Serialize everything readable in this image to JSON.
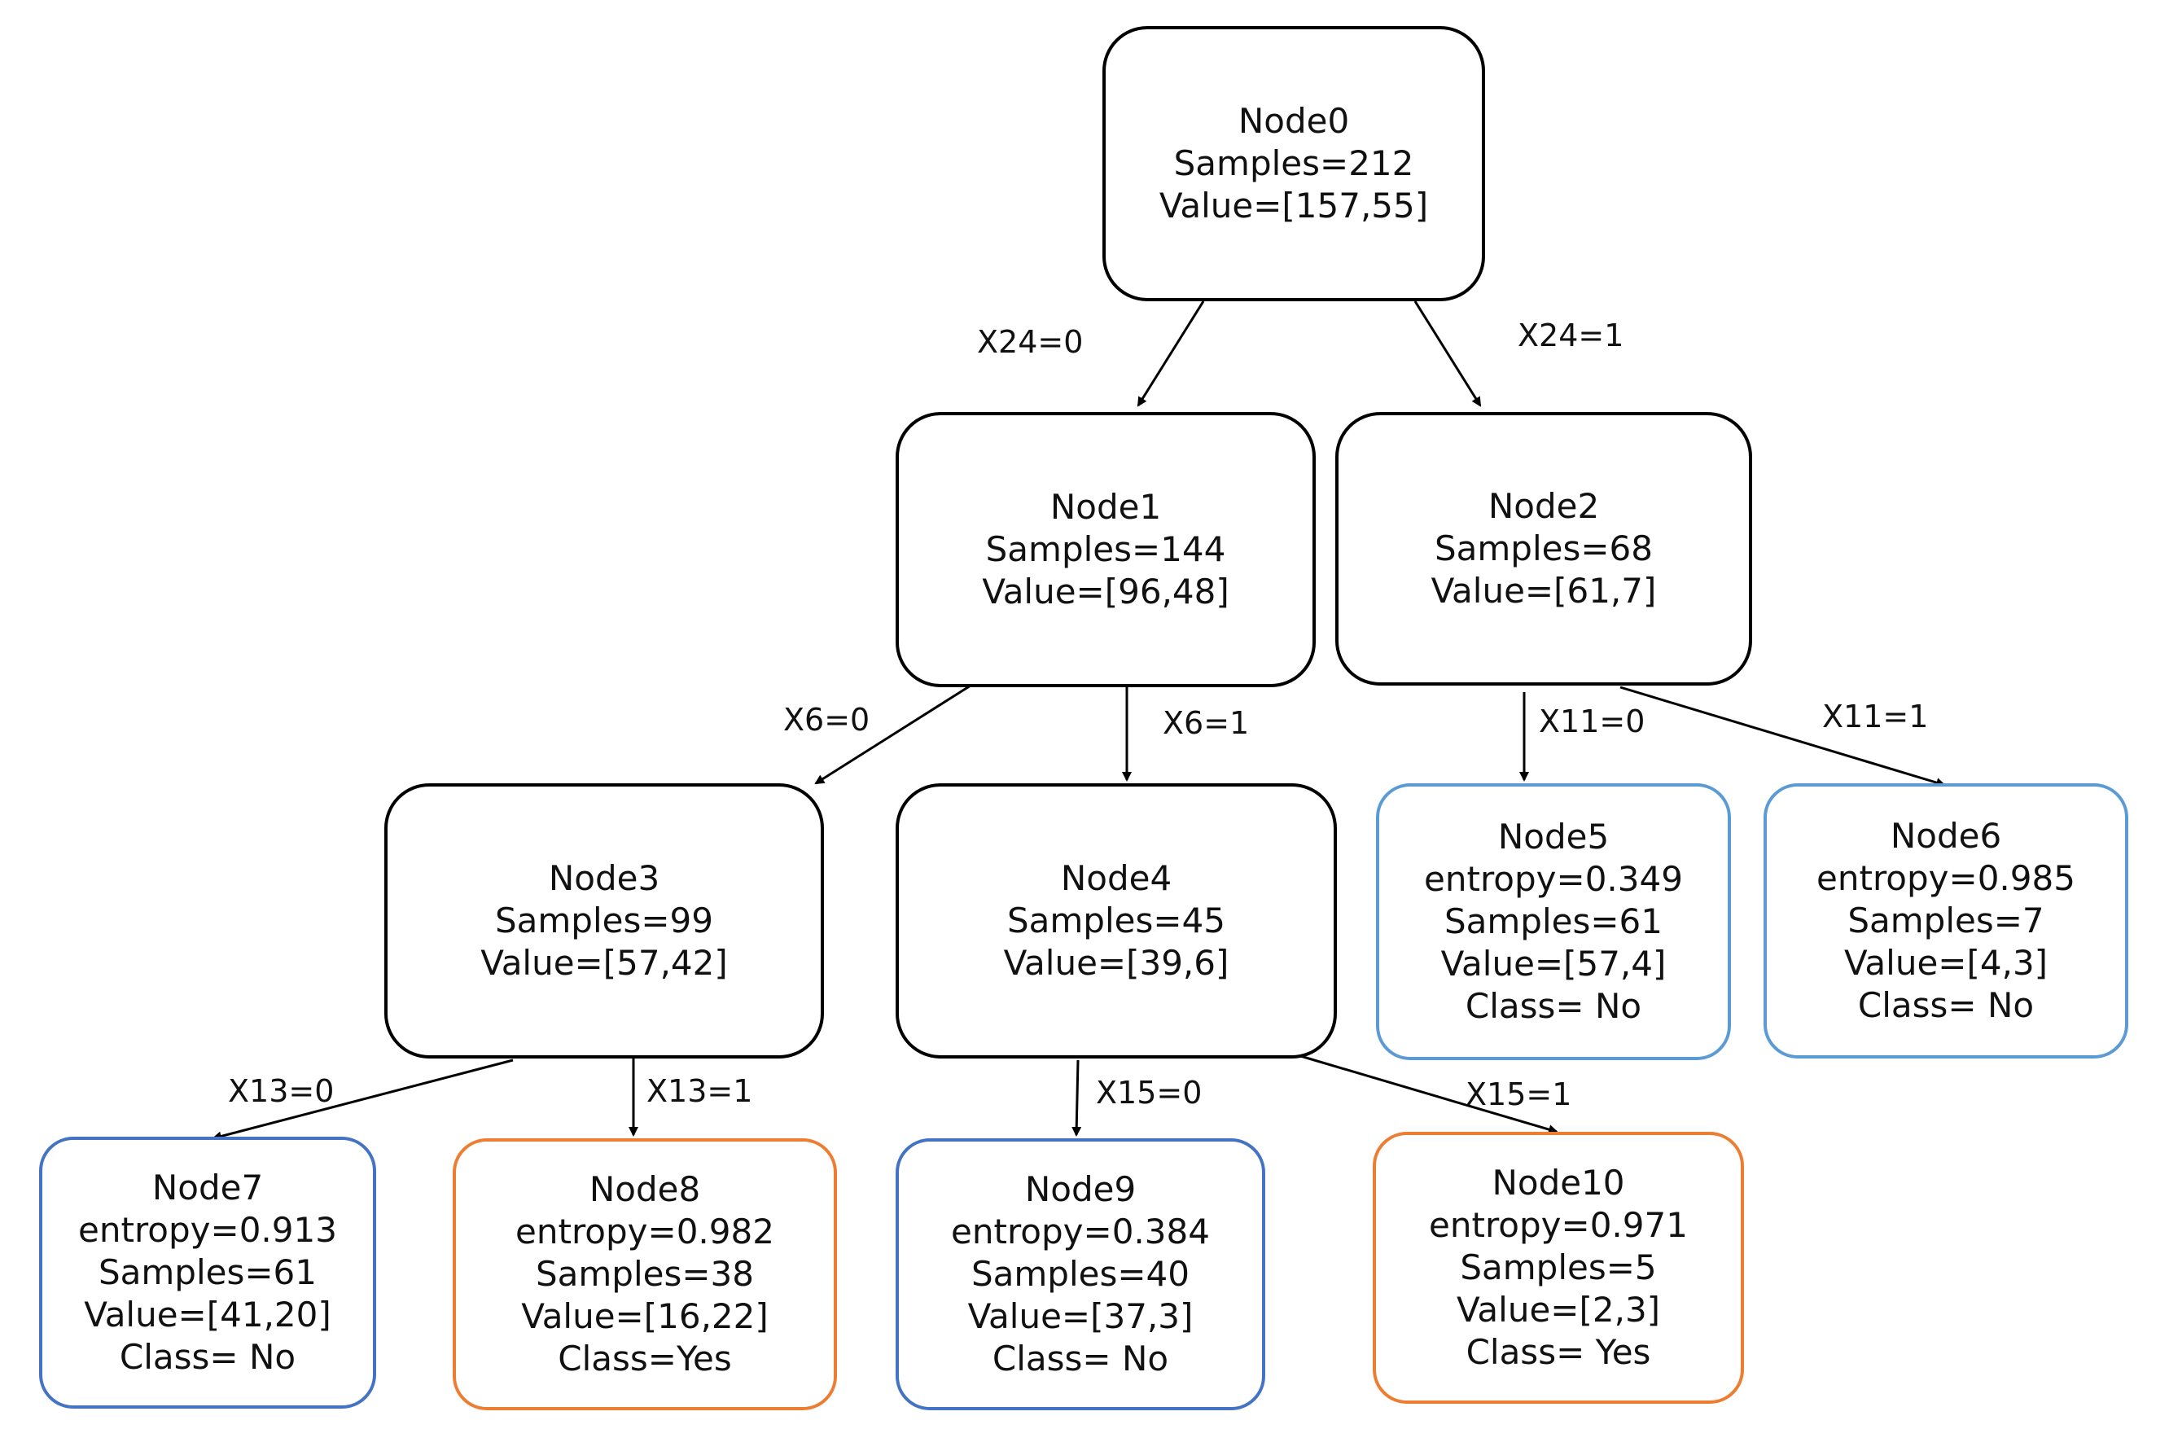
{
  "nodes": [
    {
      "id": "n0",
      "name": "Node0",
      "samples": "Samples=212",
      "value": "Value=[157,55]"
    },
    {
      "id": "n1",
      "name": "Node1",
      "samples": "Samples=144",
      "value": "Value=[96,48]"
    },
    {
      "id": "n2",
      "name": "Node2",
      "samples": "Samples=68",
      "value": "Value=[61,7]"
    },
    {
      "id": "n3",
      "name": "Node3",
      "samples": "Samples=99",
      "value": "Value=[57,42]"
    },
    {
      "id": "n4",
      "name": "Node4",
      "samples": "Samples=45",
      "value": "Value=[39,6]"
    },
    {
      "id": "n5",
      "name": "Node5",
      "entropy": "entropy=0.349",
      "samples": "Samples=61",
      "value": "Value=[57,4]",
      "class": "Class= No"
    },
    {
      "id": "n6",
      "name": "Node6",
      "entropy": "entropy=0.985",
      "samples": "Samples=7",
      "value": "Value=[4,3]",
      "class": "Class= No"
    },
    {
      "id": "n7",
      "name": "Node7",
      "entropy": "entropy=0.913",
      "samples": "Samples=61",
      "value": "Value=[41,20]",
      "class": "Class= No"
    },
    {
      "id": "n8",
      "name": "Node8",
      "entropy": "entropy=0.982",
      "samples": "Samples=38",
      "value": "Value=[16,22]",
      "class": "Class=Yes"
    },
    {
      "id": "n9",
      "name": "Node9",
      "entropy": "entropy=0.384",
      "samples": "Samples=40",
      "value": "Value=[37,3]",
      "class": "Class= No"
    },
    {
      "id": "n10",
      "name": "Node10",
      "entropy": "entropy=0.971",
      "samples": "Samples=5",
      "value": "Value=[2,3]",
      "class": "Class= Yes"
    }
  ],
  "edges": [
    {
      "from": "Node0",
      "to": "Node1",
      "label": "X24=0"
    },
    {
      "from": "Node0",
      "to": "Node2",
      "label": "X24=1"
    },
    {
      "from": "Node1",
      "to": "Node3",
      "label": "X6=0"
    },
    {
      "from": "Node1",
      "to": "Node4",
      "label": "X6=1"
    },
    {
      "from": "Node2",
      "to": "Node5",
      "label": "X11=0"
    },
    {
      "from": "Node2",
      "to": "Node6",
      "label": "X11=1"
    },
    {
      "from": "Node3",
      "to": "Node7",
      "label": "X13=0"
    },
    {
      "from": "Node3",
      "to": "Node8",
      "label": "X13=1"
    },
    {
      "from": "Node4",
      "to": "Node9",
      "label": "X15=0"
    },
    {
      "from": "Node4",
      "to": "Node10",
      "label": "X15=1"
    }
  ],
  "colors": {
    "internal_border": "#000000",
    "class_no_border": "#4472c4",
    "class_no_light_border": "#5b9bd5",
    "class_yes_border": "#ed7d31"
  }
}
